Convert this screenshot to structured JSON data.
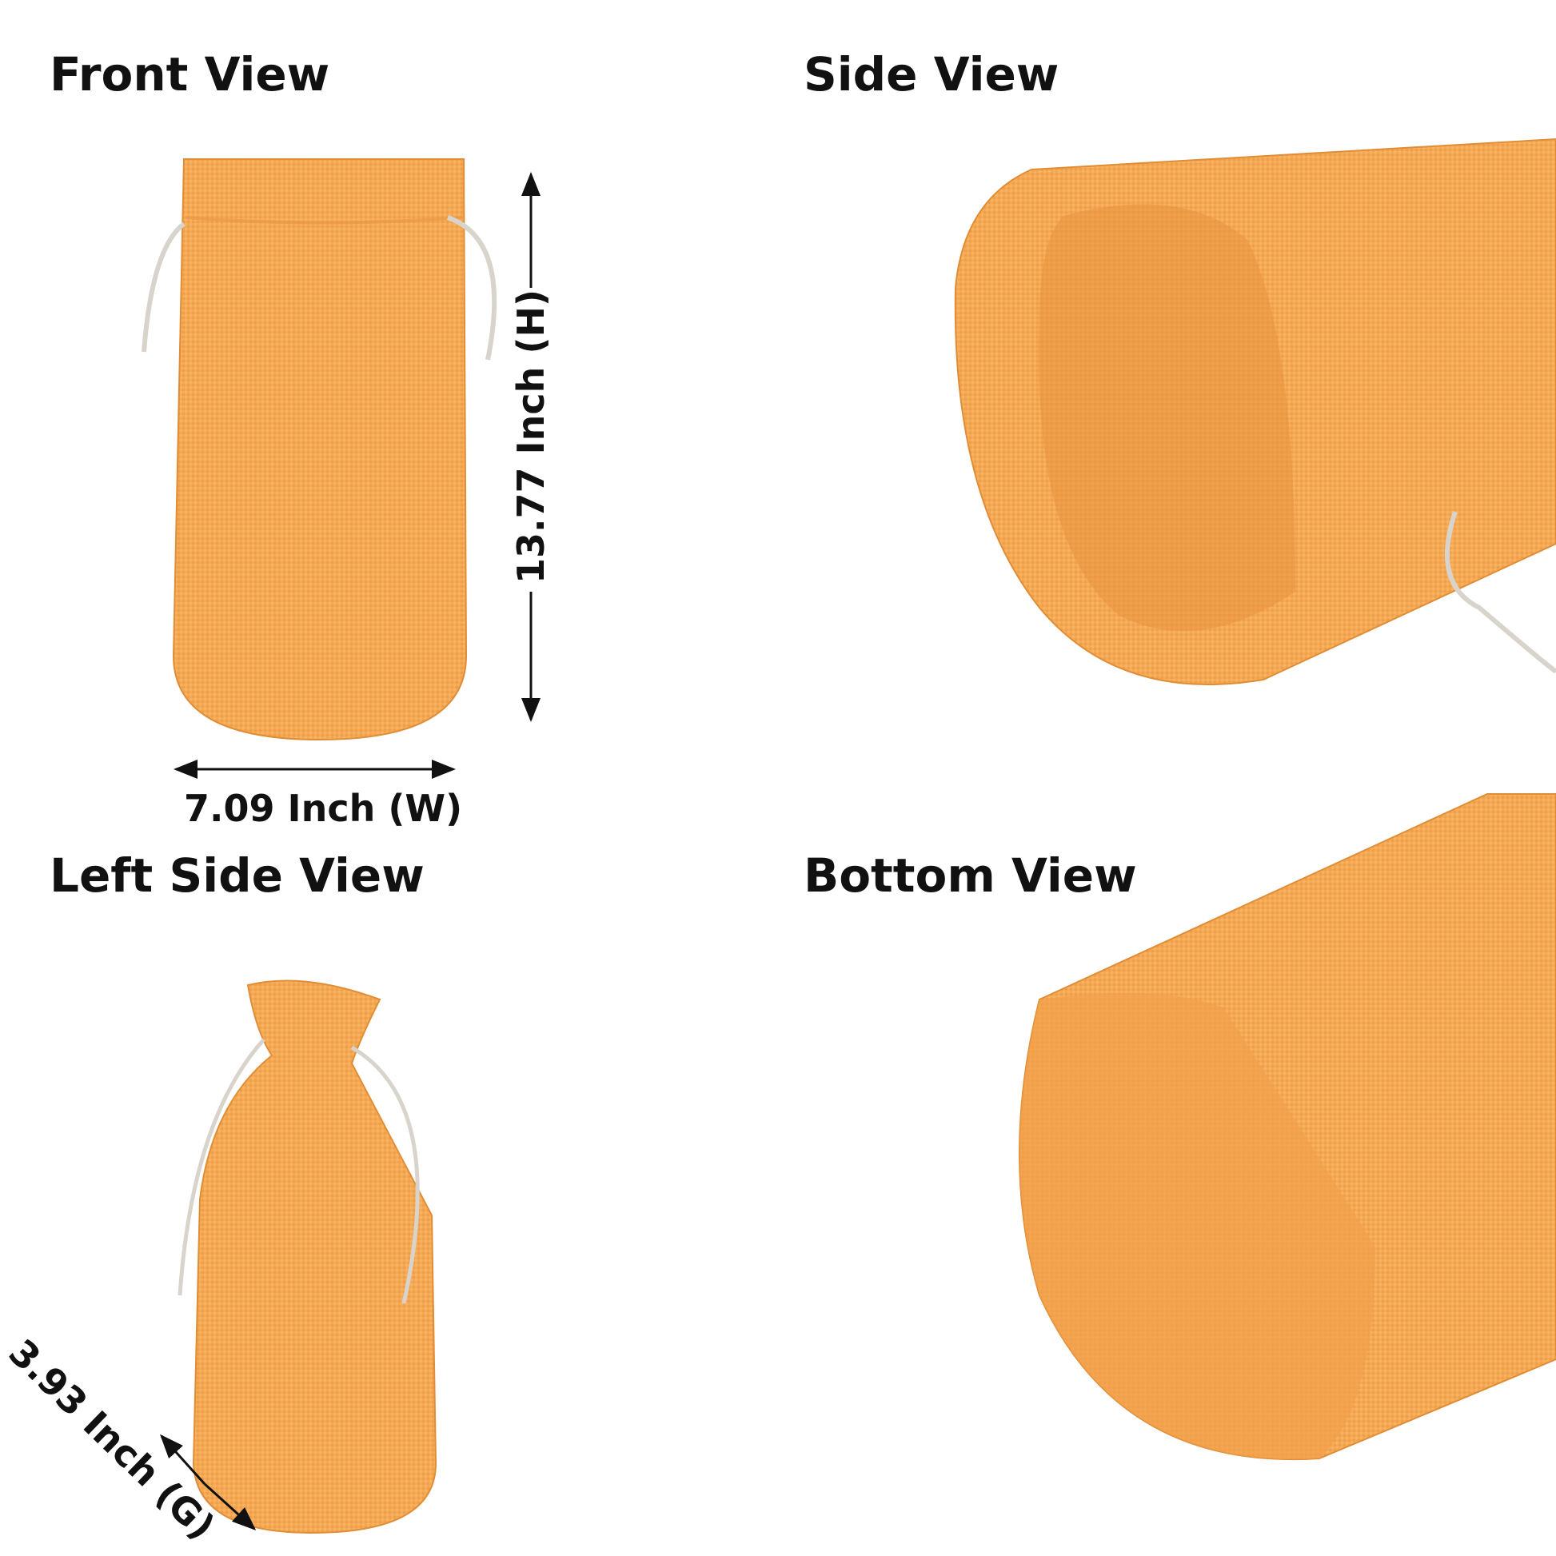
{
  "views": {
    "front": "Front View",
    "side": "Side View",
    "left_side": "Left Side View",
    "bottom": "Bottom View"
  },
  "dimensions": {
    "height": "13.77 Inch (H)",
    "width": "7.09 Inch (W)",
    "gusset": "3.93 Inch (G)"
  },
  "colors": {
    "jute": "#f5a955",
    "jute_dark": "#e08d35",
    "cord": "#d8d4cc"
  }
}
